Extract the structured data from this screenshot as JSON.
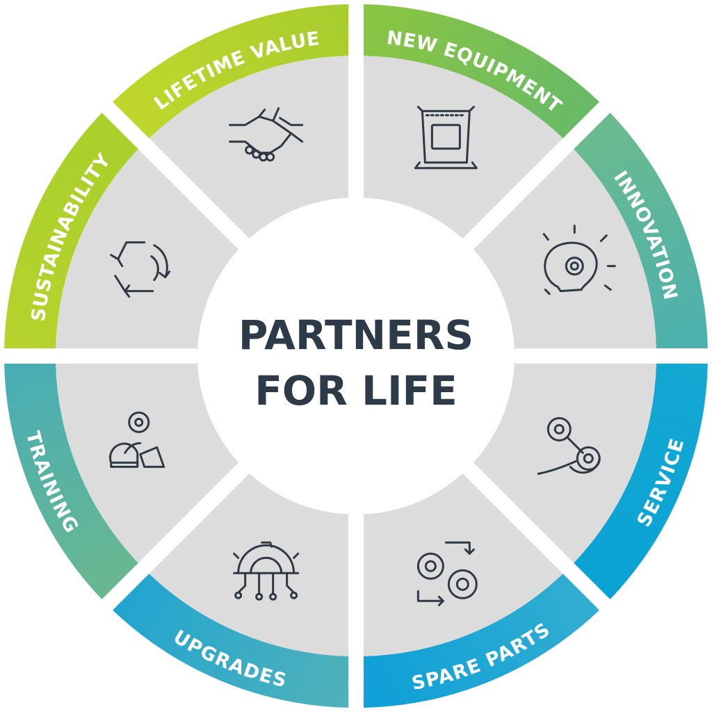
{
  "center": {
    "line1": "PARTNERS",
    "line2": "FOR LIFE"
  },
  "segments": [
    {
      "label": "NEW EQUIPMENT",
      "icon": "packaging-bag-icon",
      "color_outer": "#66b96a",
      "color_inner": "#8cc63f"
    },
    {
      "label": "INNOVATION",
      "icon": "lightbulb-gear-icon",
      "color_outer": "#4ab0b0",
      "color_inner": "#6cbb8c"
    },
    {
      "label": "SERVICE",
      "icon": "gear-wrench-icon",
      "color_outer": "#0aa2d4",
      "color_inner": "#14a8d2"
    },
    {
      "label": "SPARE PARTS",
      "icon": "gears-cycle-icon",
      "color_outer": "#0c9fd8",
      "color_inner": "#34aed0"
    },
    {
      "label": "UPGRADES",
      "icon": "gear-circuit-icon",
      "color_outer": "#1fa4d2",
      "color_inner": "#52b2b8"
    },
    {
      "label": "TRAINING",
      "icon": "trainer-icon",
      "color_outer": "#46adb6",
      "color_inner": "#6bb88e"
    },
    {
      "label": "SUSTAINABILITY",
      "icon": "recycle-icon",
      "color_outer": "#a8cf2c",
      "color_inner": "#b6d32c"
    },
    {
      "label": "LIFETIME VALUE",
      "icon": "handshake-icon",
      "color_outer": "#a6cc2e",
      "color_inner": "#c1d82c"
    }
  ],
  "colors": {
    "segment_fill": "#dcdcdc",
    "text_dark": "#2d3a48"
  }
}
